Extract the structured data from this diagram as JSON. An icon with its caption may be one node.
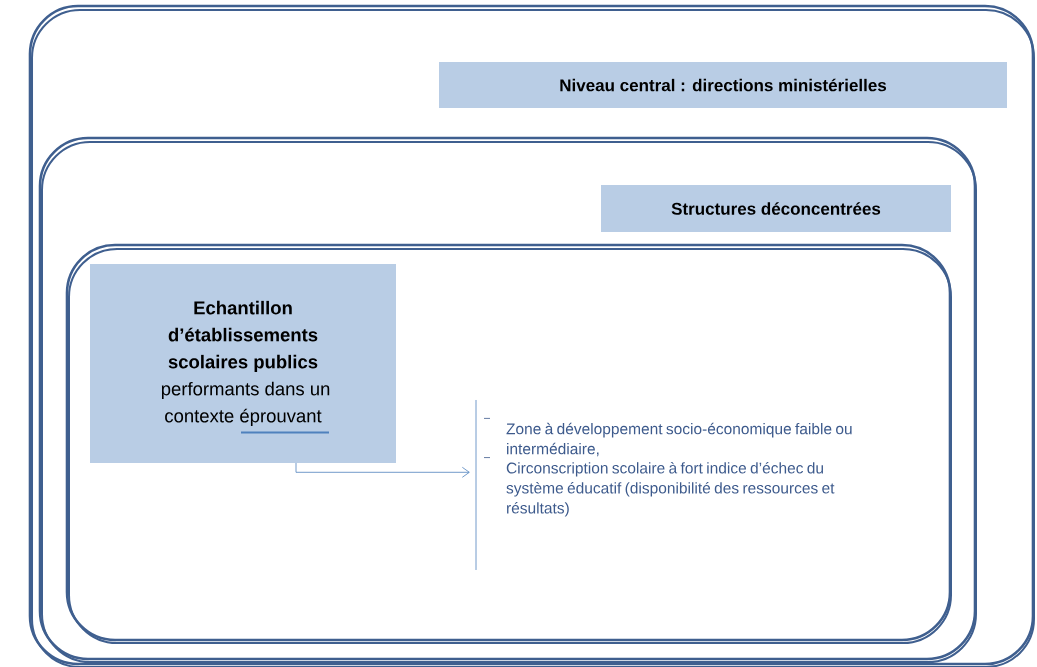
{
  "diagram": {
    "nodes": [
      {
        "text": [],
        "shape": "box"
      },
      {
        "text": [
          "Niveau central : directions ministérielles"
        ],
        "in": 0
      },
      {
        "text": [],
        "shape": "box",
        "in": 0
      },
      {
        "text": [
          "Structures déconcentrées"
        ],
        "in": 2
      },
      {
        "text": [],
        "shape": "box",
        "in": 2
      },
      {
        "text": [
          "Echantillon d’établissements scolaires publics",
          "performants dans un contexte éprouvant"
        ],
        "in": 4
      },
      {
        "text": [
          "Zone à développement socio-économique faible ou intermédiaire,",
          "Circonscription scolaire à fort indice d’échec du système éducatif (disponibilité des ressources et résultats)"
        ],
        "in": 4
      }
    ],
    "edges": [
      {
        "from": 5,
        "to": 6,
        "arrow": "to"
      }
    ]
  }
}
